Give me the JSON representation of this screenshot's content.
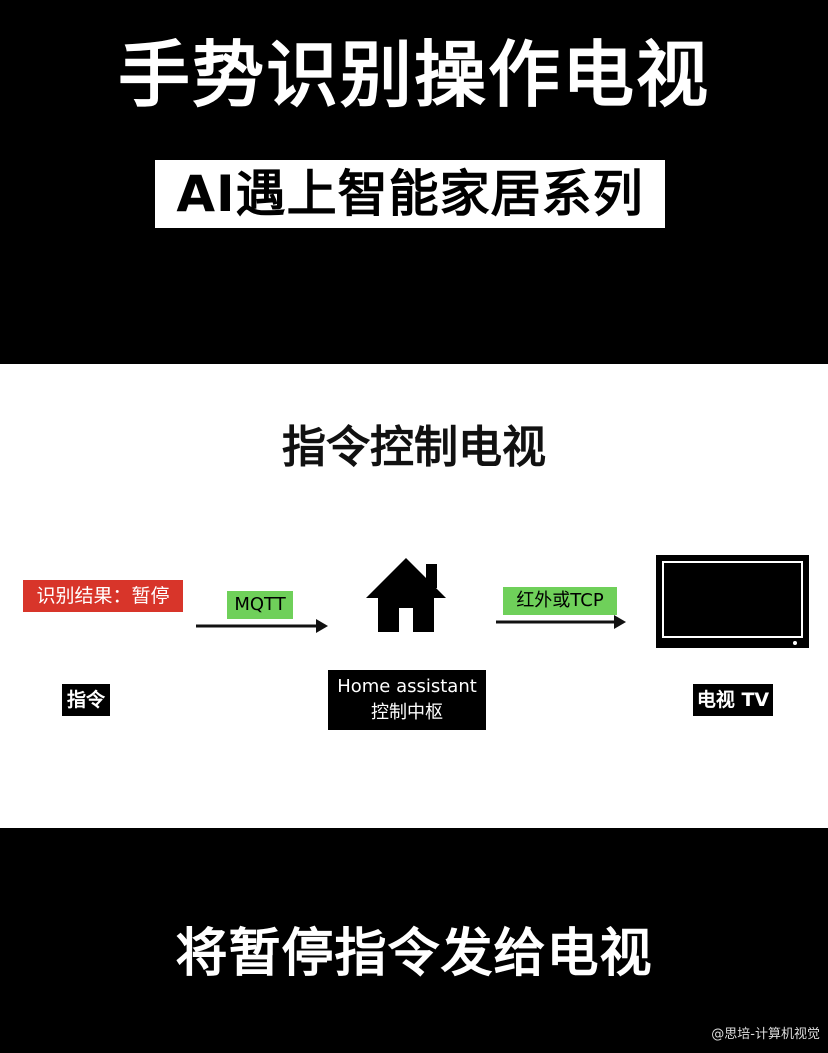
{
  "header": {
    "title": "手势识别操作电视",
    "series": "AI遇上智能家居系列"
  },
  "diagram": {
    "heading": "指令控制电视",
    "recognition_result": "识别结果：暂停",
    "protocol_to_hub": "MQTT",
    "protocol_to_tv": "红外或TCP",
    "command_label": "指令",
    "hub_label_line1": "Home assistant",
    "hub_label_line2": "控制中枢",
    "tv_label": "电视 TV",
    "icons": [
      "house-icon",
      "tv-icon",
      "arrow-right-icon"
    ]
  },
  "caption": "将暂停指令发给电视",
  "watermark": "@思培-计算机视觉",
  "colors": {
    "badge_red": "#d8352a",
    "tag_green": "#6fd05a",
    "background": "#000000",
    "panel": "#ffffff"
  }
}
